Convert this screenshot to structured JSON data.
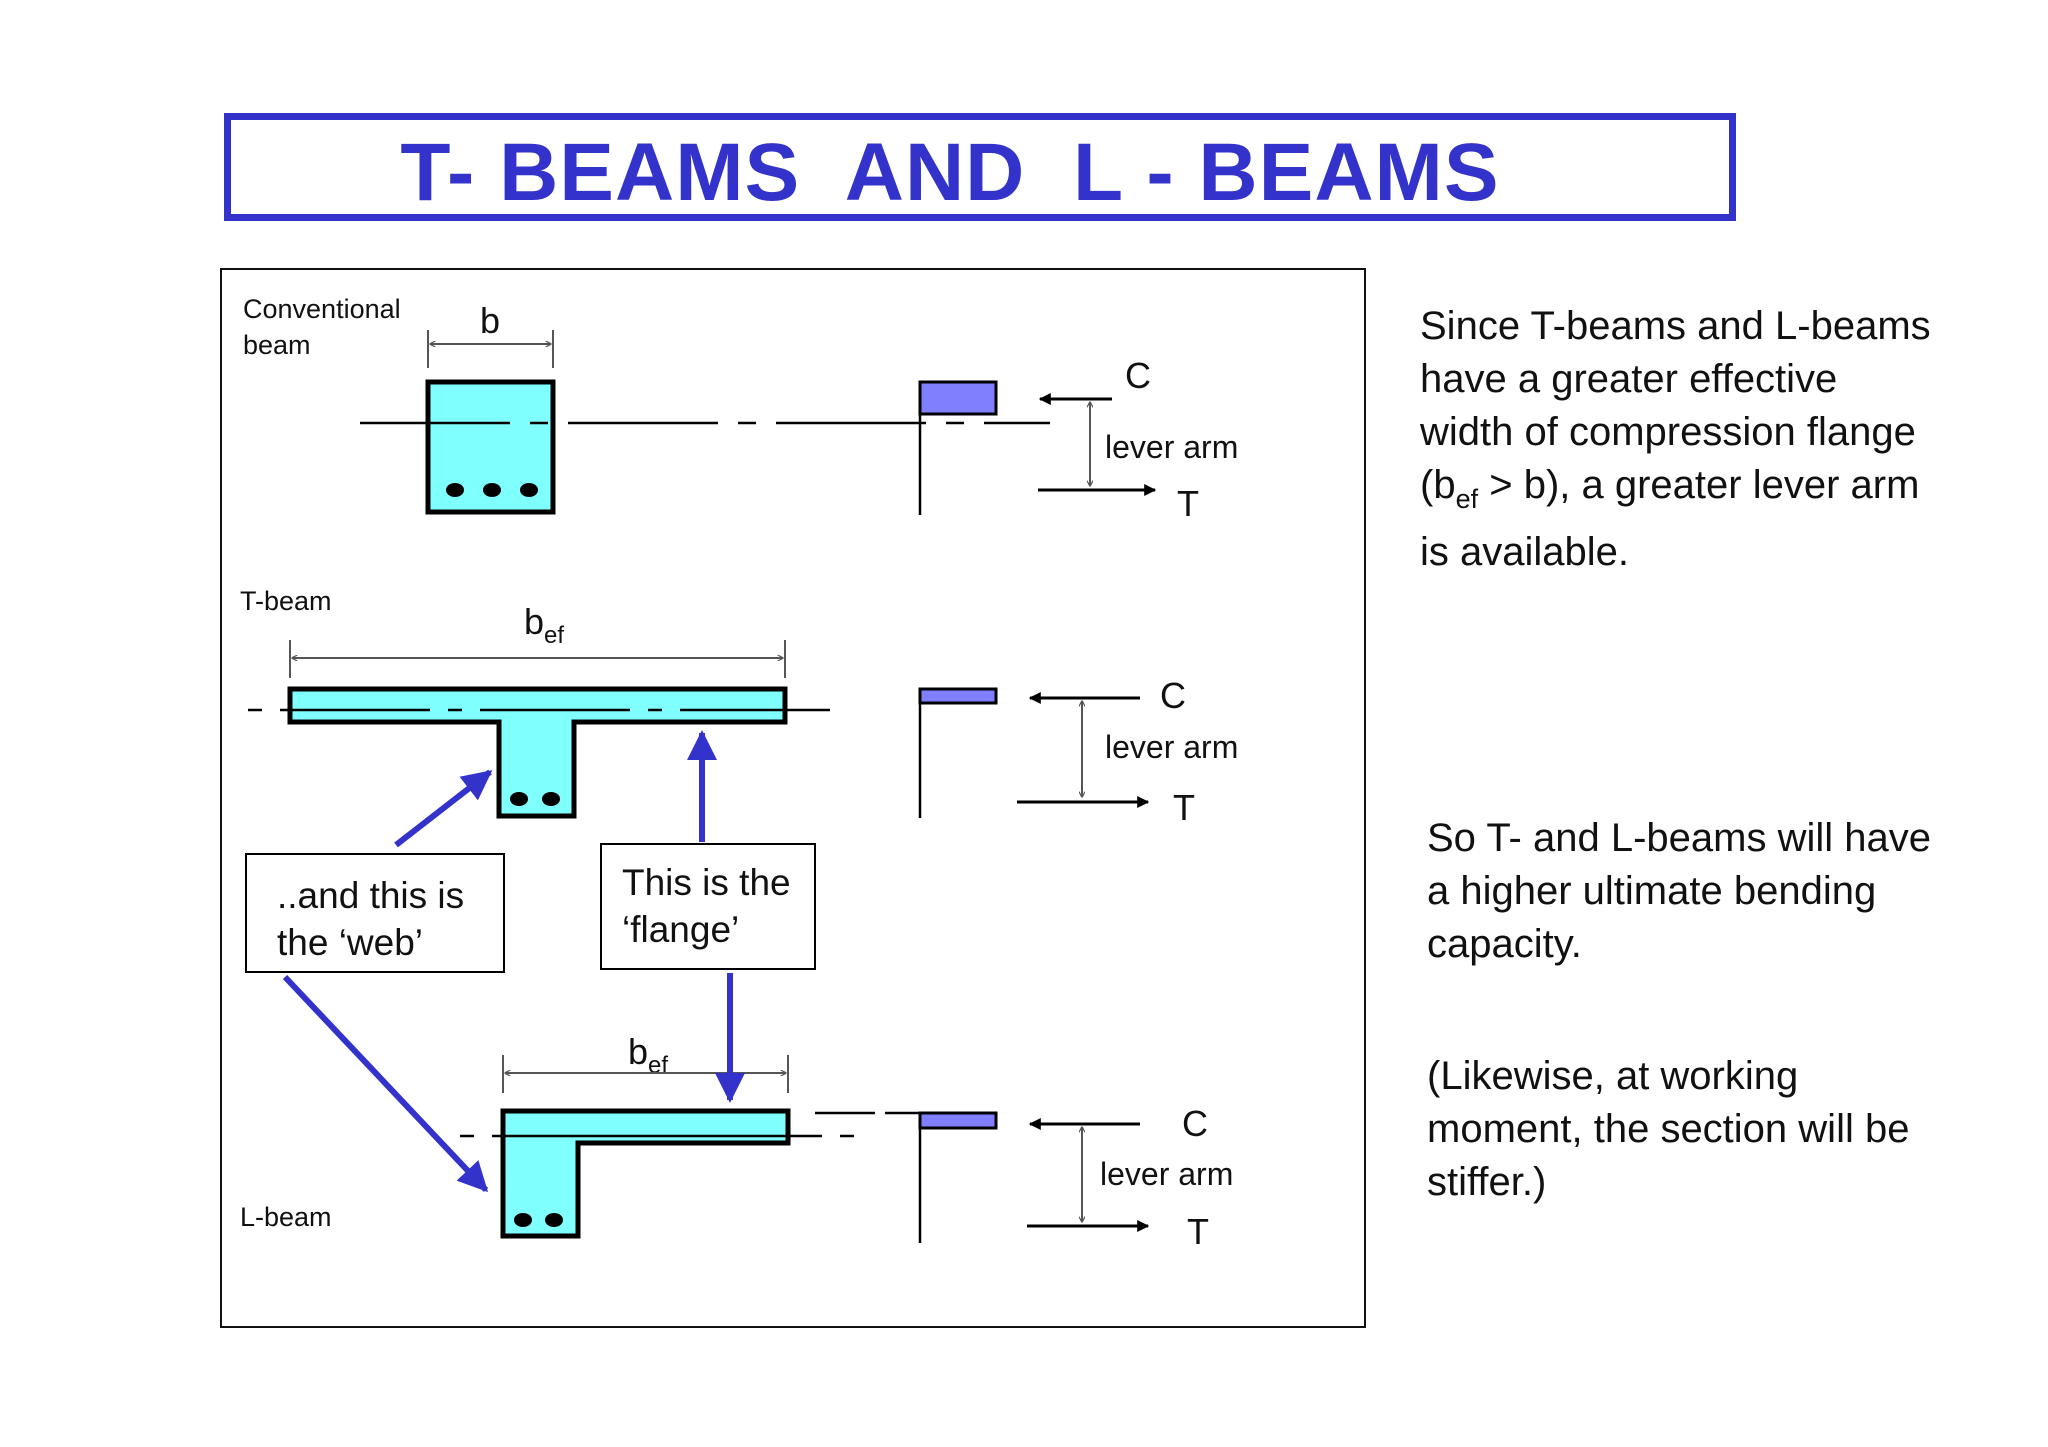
{
  "title": "T- BEAMS  AND  L - BEAMS",
  "labels": {
    "conventional_1": "Conventional",
    "conventional_2": "beam",
    "tbeam": "T-beam",
    "lbeam": "L-beam",
    "b": "b",
    "bef_main": "b",
    "bef_sub": "ef",
    "C": "C",
    "T": "T",
    "lever_arm": "lever arm"
  },
  "callouts": {
    "web_line1": "..and this is",
    "web_line2": "the ‘web’",
    "flange_line1": "This is the",
    "flange_line2": "‘flange’"
  },
  "text": {
    "p1_part1": "Since T-beams and L-beams have a greater effective width of compression flange (b",
    "p1_sub": "ef",
    "p1_part2": " > b), a greater lever arm is available.",
    "p2": "So T- and L-beams will have a higher ultimate bending capacity.",
    "p3": "(Likewise, at working moment, the section will be stiffer.)"
  },
  "colors": {
    "title_blue": "#3333cc",
    "section_cyan": "#80ffff",
    "compression_block": "#8080ff",
    "arrow_blue": "#3333cc"
  }
}
